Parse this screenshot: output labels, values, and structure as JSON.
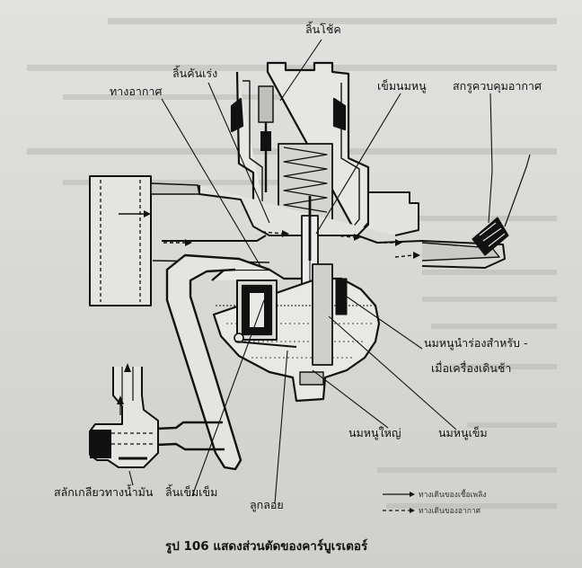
{
  "labels": {
    "choke_valve": "ลิ้นโช้ค",
    "throttle_valve": "ลิ้นคันเร่ง",
    "air_passage": "ทางอากาศ",
    "needle_jet": "เข็มนมหนู",
    "air_adjust_screw": "สกรูควบคุมอากาศ",
    "idle_jet_line1": "นมหนูนำร่องสำหรับ -",
    "idle_jet_line2": "เมื่อเครื่องเดินช้า",
    "main_jet": "นมหนูใหญ่",
    "needle_jet_small": "นมหนูเข็ม",
    "fuel_union_bolt": "สลักเกลียวทางน้ำมัน",
    "float_needle_valve": "ลิ้นเข็มเข็ม",
    "float": "ลูกลอย"
  },
  "legend": {
    "fuel_path": "ทางเดินของเชื้อเพลิง",
    "air_path": "ทางเดินของอากาศ"
  },
  "caption": "รูป 106 แสดงส่วนตัดของคาร์บูเรเตอร์",
  "colors": {
    "ink": "#111111",
    "paper": "#dcddd9",
    "fuel": "#c8c9c5"
  }
}
